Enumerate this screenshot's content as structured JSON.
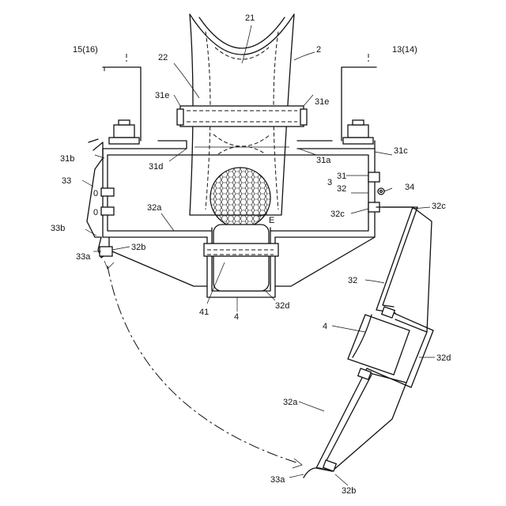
{
  "figure": {
    "labels": {
      "l21": "21",
      "l2": "2",
      "l22": "22",
      "l15": "15(16)",
      "l13": "13(14)",
      "l31e_left": "31e",
      "l31e_right": "31e",
      "l31b": "31b",
      "l33": "33",
      "l31d": "31d",
      "l31a": "31a",
      "l31c": "31c",
      "l3": "3",
      "l31": "31",
      "l32": "32",
      "l34": "34",
      "l32a_top": "32a",
      "l32c_inner": "32c",
      "l32c_outer": "32c",
      "lE": "E",
      "l33b": "33b",
      "l32b_top": "32b",
      "l33a_top": "33a",
      "l41": "41",
      "l4_top": "4",
      "l32d_top": "32d",
      "l32_lower": "32",
      "l4_lower": "4",
      "l32d_lower": "32d",
      "l32a_lower": "32a",
      "l33a_lower": "33a",
      "l32b_lower": "32b",
      "bolt_mark_1": "0",
      "bolt_mark_2": "0"
    }
  }
}
